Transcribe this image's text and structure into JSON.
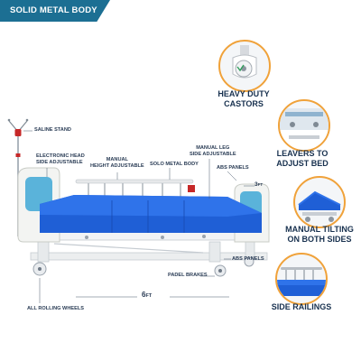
{
  "banner": {
    "label": "SOLID METAL BODY"
  },
  "features": [
    {
      "label_line1": "HEAVY DUTY",
      "label_line2": "CASTORS",
      "icon": "castor-icon"
    },
    {
      "label_line1": "LEAVERS TO",
      "label_line2": "ADJUST BED",
      "icon": "lever-icon"
    },
    {
      "label_line1": "MANUAL TILTING",
      "label_line2": "ON BOTH SIDES",
      "icon": "tilting-bed-icon"
    },
    {
      "label_line1": "SIDE RAILINGS",
      "label_line2": "",
      "icon": "side-railing-icon"
    }
  ],
  "callouts": {
    "saline_stand": "SALINE STAND",
    "electronic_head_1": "ELECTRONIC HEAD",
    "electronic_head_2": "SIDE ADJUSTABLE",
    "manual_height_1": "MANUAL",
    "manual_height_2": "HEIGHT ADJUSTABLE",
    "solo_metal_body": "SOLO METAL BODY",
    "manual_leg_1": "MANUAL LEG",
    "manual_leg_2": "SIDE ADJUSTABLE",
    "abs_panels_top": "ABS PANELS",
    "abs_panels_bottom": "ABS PANELS",
    "padel_brakes": "PADEL BRAKES",
    "all_rolling_wheels": "ALL ROLLING WHEELS"
  },
  "dimensions": {
    "length_value": "6",
    "length_unit": "FT",
    "width_value": "3",
    "width_unit": "FT"
  },
  "colors": {
    "banner": "#1c6f93",
    "accent_ring": "#f0a23a",
    "mattress": "#1f5fd6",
    "text_dark": "#18314f"
  }
}
